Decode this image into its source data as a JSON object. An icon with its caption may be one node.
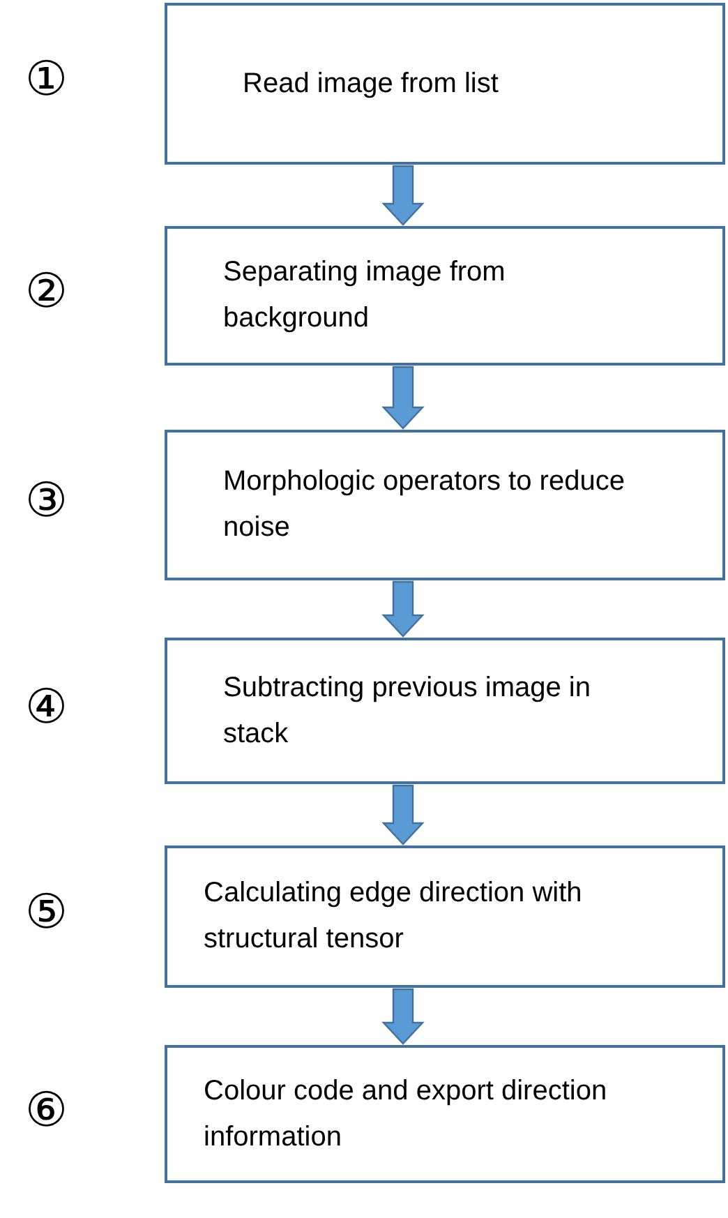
{
  "diagram": {
    "nodes": [
      {
        "text": [
          "Read image from list"
        ],
        "beside": [
          "①"
        ]
      },
      {
        "text": [
          "Separating image from background"
        ],
        "beside": [
          "②"
        ]
      },
      {
        "text": [
          "Morphologic operators to reduce noise"
        ],
        "beside": [
          "③"
        ]
      },
      {
        "text": [
          "Subtracting previous image in stack"
        ],
        "beside": [
          "④"
        ]
      },
      {
        "text": [
          "Calculating edge direction with structural tensor"
        ],
        "beside": [
          "⑤"
        ]
      },
      {
        "text": [
          "Colour code and export direction information"
        ],
        "beside": [
          "⑥"
        ]
      }
    ],
    "edges": [
      {
        "from": 0,
        "to": 1,
        "arrow": "to"
      },
      {
        "from": 1,
        "to": 2,
        "arrow": "to"
      },
      {
        "from": 2,
        "to": 3,
        "arrow": "to"
      },
      {
        "from": 3,
        "to": 4,
        "arrow": "to"
      },
      {
        "from": 4,
        "to": 5,
        "arrow": "to"
      }
    ]
  }
}
